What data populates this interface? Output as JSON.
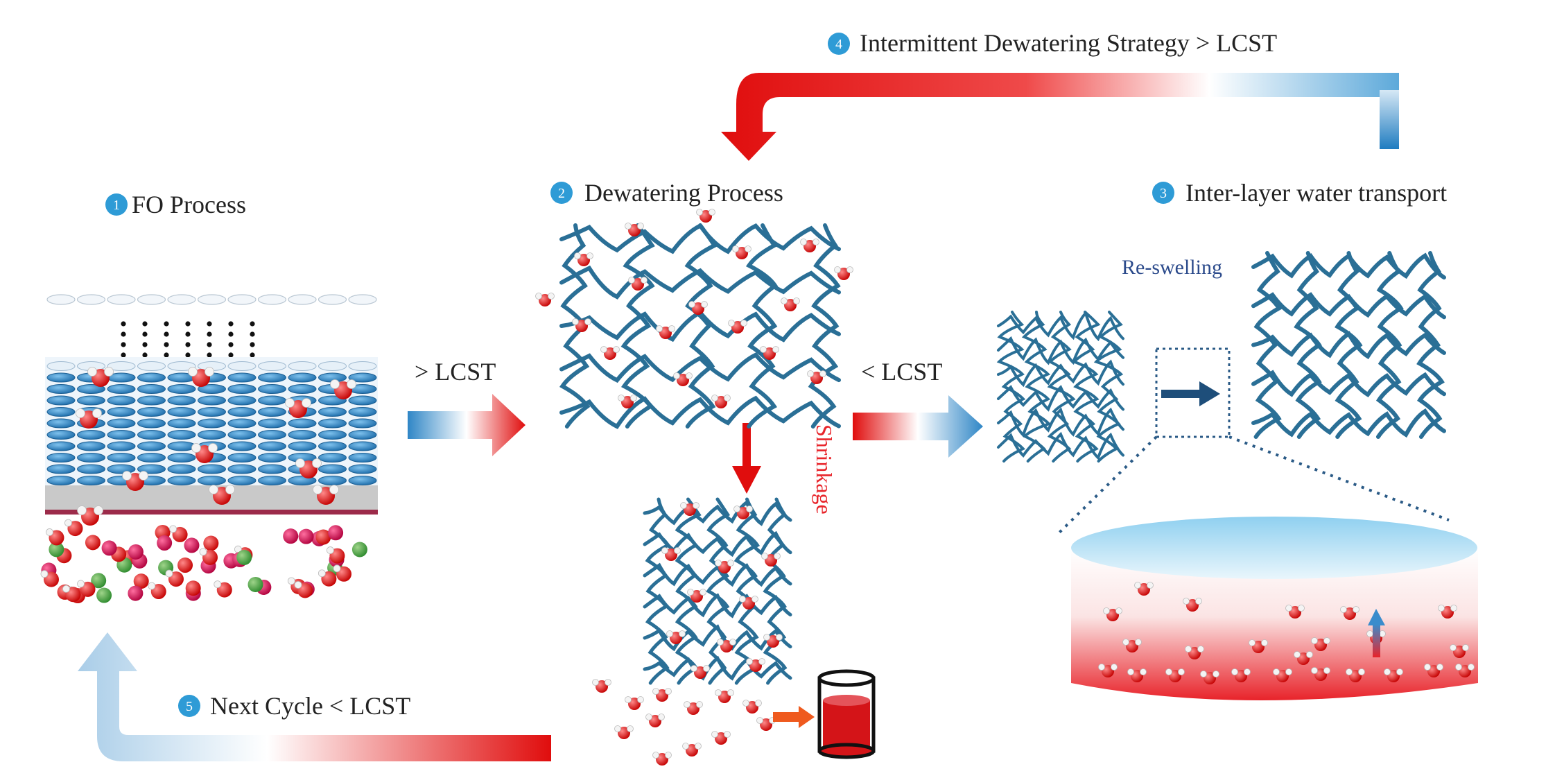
{
  "steps": [
    {
      "number": "1",
      "label": "FO Process"
    },
    {
      "number": "2",
      "label": "Dewatering Process"
    },
    {
      "number": "3",
      "label": "Inter-layer  water transport"
    },
    {
      "number": "4",
      "label": "Intermittent Dewatering Strategy  > LCST"
    },
    {
      "number": "5",
      "label": "Next Cycle  < LCST"
    }
  ],
  "labels": {
    "above_lcst": "> LCST",
    "below_lcst": "< LCST",
    "reswelling": "Re-swelling",
    "shrinkage": "Shrinkage"
  },
  "colors": {
    "badge_blue": "#2e9bd6",
    "polymer_blue": "#2a6f96",
    "hot_red": "#e00d0d",
    "cool_blue": "#2f86c6",
    "text_dark": "#222222",
    "reswell_text": "#2b4a8b",
    "shrink_text": "#e8252b"
  }
}
